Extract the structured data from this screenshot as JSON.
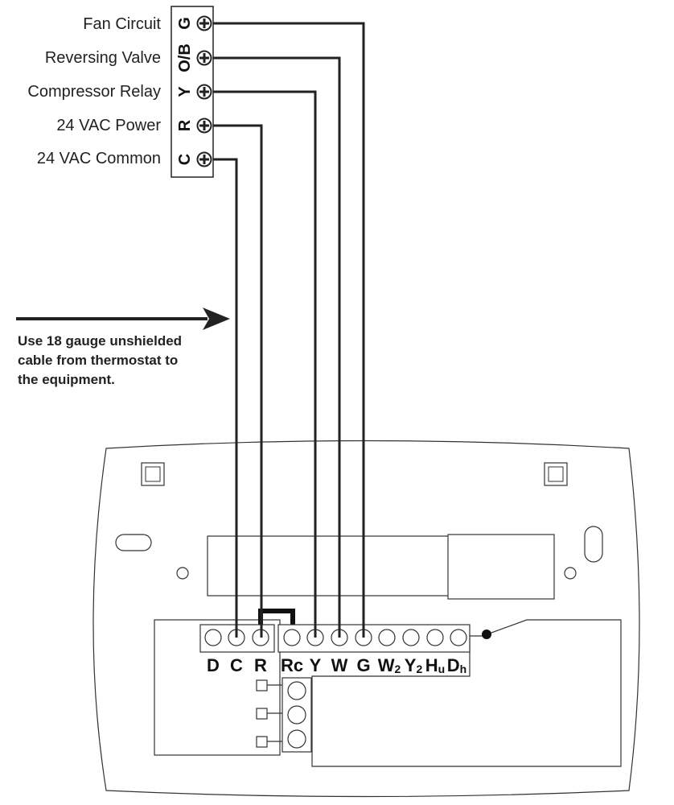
{
  "equipment": {
    "terminals": [
      {
        "letter": "G",
        "label": "Fan Circuit"
      },
      {
        "letter": "O/B",
        "label": "Reversing Valve"
      },
      {
        "letter": "Y",
        "label": "Compressor Relay"
      },
      {
        "letter": "R",
        "label": "24 VAC Power"
      },
      {
        "letter": "C",
        "label": "24 VAC Common"
      }
    ]
  },
  "note": {
    "line1": "Use 18 gauge unshielded",
    "line2": "cable from thermostat to",
    "line3": "the equipment."
  },
  "thermostat": {
    "terminals": [
      {
        "main": "D",
        "sub": ""
      },
      {
        "main": "C",
        "sub": ""
      },
      {
        "main": "R",
        "sub": ""
      },
      {
        "main": "Rc",
        "sub": ""
      },
      {
        "main": "Y",
        "sub": ""
      },
      {
        "main": "W",
        "sub": ""
      },
      {
        "main": "G",
        "sub": ""
      },
      {
        "main": "W",
        "sub": "2"
      },
      {
        "main": "Y",
        "sub": "2"
      },
      {
        "main": "H",
        "sub": "u"
      },
      {
        "main": "D",
        "sub": "h"
      }
    ]
  },
  "wiring": [
    {
      "from": "G",
      "to": "G"
    },
    {
      "from": "O/B",
      "to": "W"
    },
    {
      "from": "Y",
      "to": "Y"
    },
    {
      "from": "R",
      "to": "R"
    },
    {
      "from": "C",
      "to": "C"
    }
  ]
}
